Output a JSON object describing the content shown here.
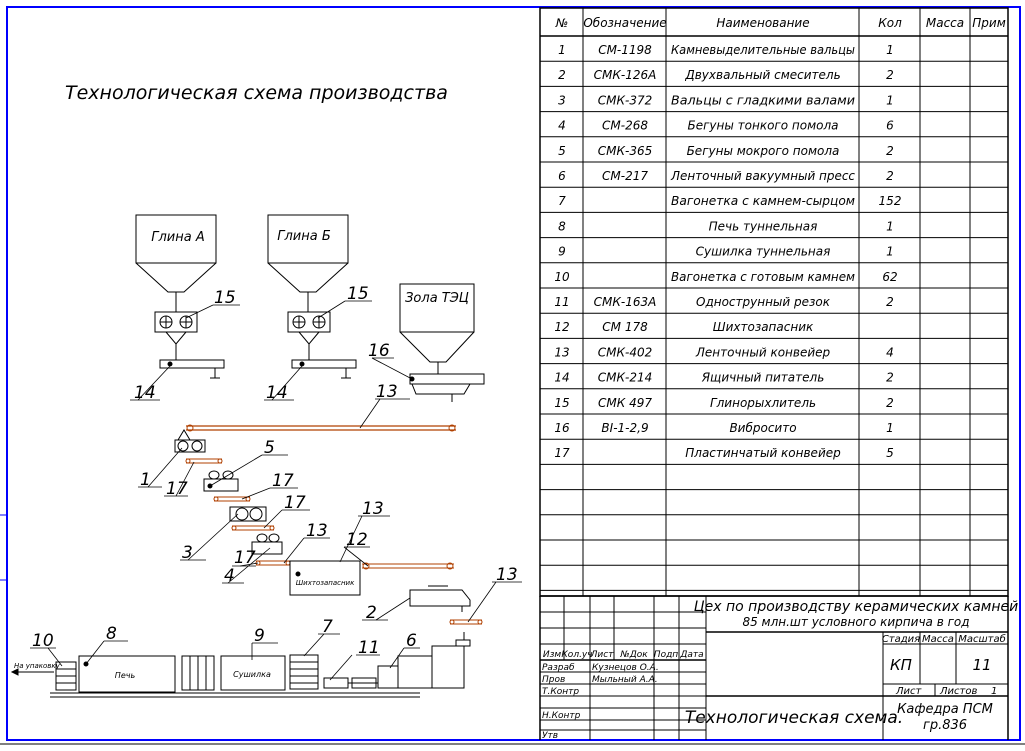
{
  "sheet_title": "Технологическая схема производства",
  "spec_table": {
    "headers": [
      "№",
      "Обозначение",
      "Наименование",
      "Кол",
      "Масса",
      "Прим"
    ],
    "rows": [
      {
        "num": "1",
        "code": "СМ-1198",
        "name": "Камневыделительные вальцы",
        "qty": "1"
      },
      {
        "num": "2",
        "code": "СМК-126А",
        "name": "Двухвальный смеситель",
        "qty": "2"
      },
      {
        "num": "3",
        "code": "СМК-372",
        "name": "Вальцы с гладкими валами",
        "qty": "1"
      },
      {
        "num": "4",
        "code": "СМ-268",
        "name": "Бегуны тонкого помола",
        "qty": "6"
      },
      {
        "num": "5",
        "code": "СМК-365",
        "name": "Бегуны мокрого помола",
        "qty": "2"
      },
      {
        "num": "6",
        "code": "СМ-217",
        "name": "Ленточный вакуумный пресс",
        "qty": "2"
      },
      {
        "num": "7",
        "code": "",
        "name": "Вагонетка с камнем-сырцом",
        "qty": "152"
      },
      {
        "num": "8",
        "code": "",
        "name": "Печь туннельная",
        "qty": "1"
      },
      {
        "num": "9",
        "code": "",
        "name": "Сушилка туннельная",
        "qty": "1"
      },
      {
        "num": "10",
        "code": "",
        "name": "Вагонетка с готовым камнем",
        "qty": "62"
      },
      {
        "num": "11",
        "code": "СМК-163А",
        "name": "Однострунный резок",
        "qty": "2"
      },
      {
        "num": "12",
        "code": "СМ 178",
        "name": "Шихтозапасник",
        "qty": ""
      },
      {
        "num": "13",
        "code": "СМК-402",
        "name": "Ленточный конвейер",
        "qty": "4"
      },
      {
        "num": "14",
        "code": "СМК-214",
        "name": "Ящичный питатель",
        "qty": "2"
      },
      {
        "num": "15",
        "code": "СМК 497",
        "name": "Глинорыхлитель",
        "qty": "2"
      },
      {
        "num": "16",
        "code": "ВІ-1-2,9",
        "name": "Вибросито",
        "qty": "1"
      },
      {
        "num": "17",
        "code": "",
        "name": "Пластинчатый конвейер",
        "qty": "5"
      }
    ]
  },
  "title_block": {
    "doc_title_line1": "Цех по производству керамических камней",
    "doc_title_line2": "85 млн.шт условного кирпича в год",
    "stage_label": "Стадия",
    "mass_label": "Масса",
    "scale_label": "Масштаб",
    "stage_value": "КП",
    "scale_value": "11",
    "sheet_label": "Лист",
    "sheets_label": "Листов",
    "sheets_value": "1",
    "drawing_name": "Технологическая схема.",
    "org_line1": "Кафедра ПСМ",
    "org_line2": "гр.836",
    "change_cols": [
      "Изм",
      "Кол.уч",
      "Лист",
      "№Док",
      "Подп",
      "Дата"
    ],
    "developed_label": "Разраб",
    "developed_name": "Кузнецов О.А.",
    "checked_label": "Пров",
    "checked_name": "Мыльный А.А.",
    "tcontrol_label": "Т.Контр",
    "ncontrol_label": "Н.Контр",
    "approved_label": "Утв"
  },
  "scheme": {
    "hopper_a": "Глина А",
    "hopper_b": "Глина Б",
    "hopper_ash": "Зола ТЭЦ",
    "box_charge": "Шихтозапасник",
    "box_kiln": "Печь",
    "box_dryer": "Сушилка",
    "exit_label": "На упаковку",
    "callouts": [
      "15",
      "15",
      "16",
      "14",
      "14",
      "13",
      "1",
      "17",
      "5",
      "17",
      "17",
      "3",
      "13",
      "17",
      "4",
      "13",
      "12",
      "2",
      "13",
      "10",
      "8",
      "9",
      "7",
      "11",
      "6"
    ]
  },
  "colors": {
    "frame": "#0000ff",
    "line": "#000000",
    "conveyor": "#b04000"
  }
}
